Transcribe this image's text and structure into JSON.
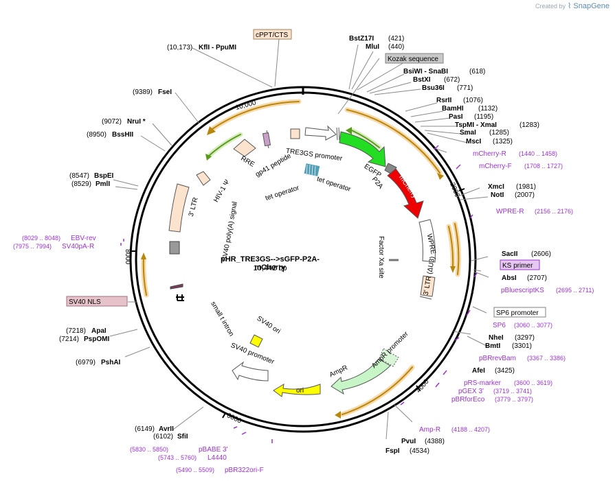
{
  "watermark": {
    "created_by": "Created by",
    "brand": "SnapGene"
  },
  "plasmid": {
    "name": "pHR_TRE3GS-->sGFP-P2A-mCherry",
    "length": "10,442 bp"
  },
  "ticks": [
    "2000",
    "4000",
    "6000",
    "8000",
    "10,000"
  ],
  "boxed_labels": [
    {
      "text": "cPPT/CTS",
      "color": "#fbe3cd"
    },
    {
      "text": "Kozak sequence",
      "color": "#c8c8c8"
    },
    {
      "text": "KS primer",
      "color": "#e7c8f2"
    },
    {
      "text": "SP6 promoter",
      "color": "#ffffff"
    },
    {
      "text": "SV40 NLS",
      "color": "#e6c3cb"
    }
  ],
  "enzymes": [
    {
      "name": "BstZ17I",
      "pos": "(421)"
    },
    {
      "name": "MluI",
      "pos": "(440)"
    },
    {
      "name": "BsiWI - SnaBI",
      "pos": "(618)"
    },
    {
      "name": "BstXI",
      "pos": "(672)"
    },
    {
      "name": "Bsu36I",
      "pos": "(771)"
    },
    {
      "name": "RsrII",
      "pos": "(1076)"
    },
    {
      "name": "BamHI",
      "pos": "(1132)"
    },
    {
      "name": "PasI",
      "pos": "(1195)"
    },
    {
      "name": "TspMI - XmaI",
      "pos": "(1283)"
    },
    {
      "name": "SmaI",
      "pos": "(1285)"
    },
    {
      "name": "MscI",
      "pos": "(1325)"
    },
    {
      "name": "XmcI",
      "pos": "(1981)"
    },
    {
      "name": "NotI",
      "pos": "(2007)"
    },
    {
      "name": "SacII",
      "pos": "(2606)"
    },
    {
      "name": "AbsI",
      "pos": "(2707)"
    },
    {
      "name": "NheI",
      "pos": "(3297)"
    },
    {
      "name": "BmtI",
      "pos": "(3301)"
    },
    {
      "name": "AfeI",
      "pos": "(3425)"
    },
    {
      "name": "PvuI",
      "pos": "(4388)"
    },
    {
      "name": "FspI",
      "pos": "(4534)"
    },
    {
      "name": "AvrII",
      "pos": "(6149)"
    },
    {
      "name": "SfiI",
      "pos": "(6102)"
    },
    {
      "name": "PshAI",
      "pos": "(6979)"
    },
    {
      "name": "ApaI",
      "pos": "(7218)"
    },
    {
      "name": "PspOMI",
      "pos": "(7214)"
    },
    {
      "name": "BspEI",
      "pos": "(8547)"
    },
    {
      "name": "PmlI",
      "pos": "(8529)"
    },
    {
      "name": "BssHII",
      "pos": "(8950)"
    },
    {
      "name": "NruI *",
      "pos": "(9072)"
    },
    {
      "name": "FseI",
      "pos": "(9389)"
    },
    {
      "name": "KflI - PpuMI",
      "pos": "(10,173)"
    }
  ],
  "primers": [
    {
      "name": "mCherry-R",
      "range": "(1440 .. 1458)"
    },
    {
      "name": "mCherry-F",
      "range": "(1708 .. 1727)"
    },
    {
      "name": "WPRE-R",
      "range": "(2156 .. 2176)"
    },
    {
      "name": "pBluescriptKS",
      "range": "(2695 .. 2711)"
    },
    {
      "name": "SP6",
      "range": "(3060 .. 3077)"
    },
    {
      "name": "pBRrevBam",
      "range": "(3367 .. 3386)"
    },
    {
      "name": "pRS-marker",
      "range": "(3600 .. 3619)"
    },
    {
      "name": "pGEX 3'",
      "range": "(3719 .. 3741)"
    },
    {
      "name": "pBRforEco",
      "range": "(3779 .. 3797)"
    },
    {
      "name": "Amp-R",
      "range": "(4188 .. 4207)"
    },
    {
      "name": "pBABE 3'",
      "range": "(5830 .. 5850)"
    },
    {
      "name": "L4440",
      "range": "(5743 .. 5760)"
    },
    {
      "name": "pBR322ori-F",
      "range": "(5490 .. 5509)"
    },
    {
      "name": "EBV-rev",
      "range": "(8029 .. 8048)"
    },
    {
      "name": "SV40pA-R",
      "range": "(7975 .. 7994)"
    }
  ],
  "features": [
    {
      "name": "TRE3GS promoter",
      "color": "#ffffff"
    },
    {
      "name": "EGFP",
      "color": "#22dd22"
    },
    {
      "name": "P2A",
      "color": "#888888"
    },
    {
      "name": "mCherry",
      "color": "#ee0000"
    },
    {
      "name": "WPRE",
      "color": "#ffffff"
    },
    {
      "name": "3' LTR (ΔU3)",
      "color": "#fbe3cd"
    },
    {
      "name": "Factor Xa site",
      "color": "#888888"
    },
    {
      "name": "AmpR promoter",
      "color": "#ffffff"
    },
    {
      "name": "AmpR",
      "color": "#c8f5c8"
    },
    {
      "name": "ori",
      "color": "#ffff00"
    },
    {
      "name": "SV40 promoter",
      "color": "#ffffff"
    },
    {
      "name": "SV40 ori",
      "color": "#ffff00"
    },
    {
      "name": "small t intron",
      "color": "#000000"
    },
    {
      "name": "SV40 poly(A) signal",
      "color": "#999999"
    },
    {
      "name": "3' LTR",
      "color": "#fbe3cd"
    },
    {
      "name": "HIV-1 Ψ",
      "color": "#fbe3cd"
    },
    {
      "name": "RRE",
      "color": "#fbe3cd"
    },
    {
      "name": "gp41 peptide",
      "color": "#c8a0c8"
    },
    {
      "name": "tet operator",
      "color": "#4fa0b0"
    },
    {
      "name": "tet operator",
      "color": "#4fa0b0"
    }
  ],
  "colors": {
    "backbone": "#000000",
    "enzyme_text": "#000000",
    "primer_text": "#9933cc",
    "outer_arc": "#b8860b",
    "outer_arc_glow": "#f7d8a8",
    "green_arc": "#5a9a1a",
    "green_arc_glow": "#d8ecc0"
  }
}
